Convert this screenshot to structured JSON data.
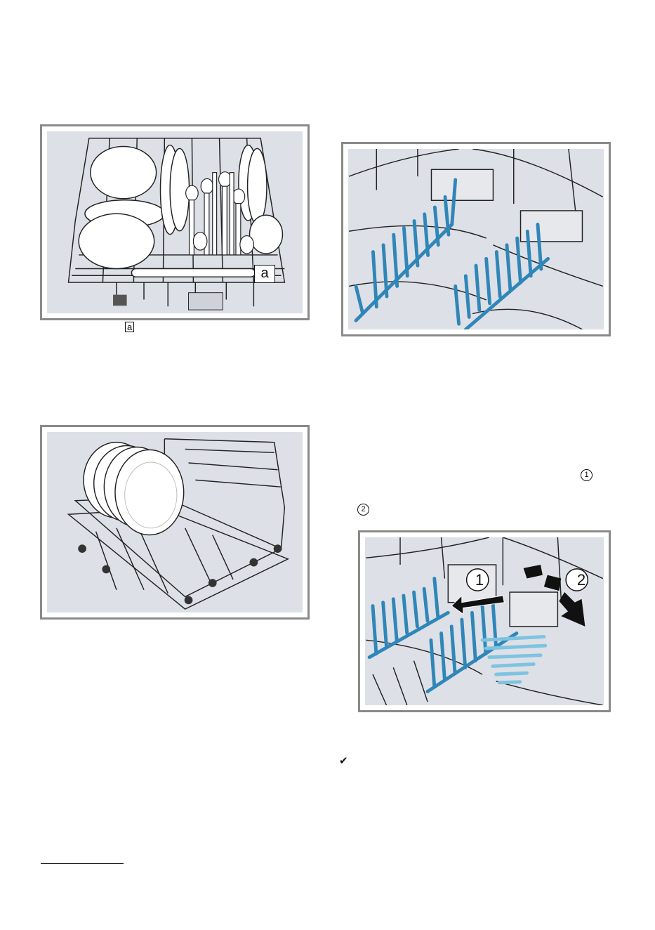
{
  "figure1": {
    "callout": "a"
  },
  "caption1": {
    "label": "a"
  },
  "figure4": {
    "badge1": "1",
    "badge2": "2"
  },
  "step": {
    "marker1": "1",
    "marker2": "2"
  },
  "result": {
    "icon": "checkmark-icon"
  },
  "colors": {
    "panel_bg": "#dde0e6",
    "frame": "#8a8a8a",
    "rack_line": "#222222",
    "tine_blue": "#2f86b8",
    "tine_light": "#7ec3e0"
  }
}
